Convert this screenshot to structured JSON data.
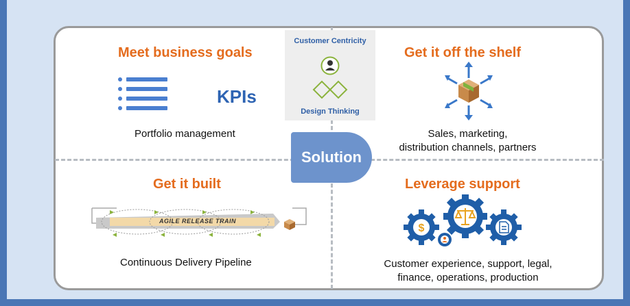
{
  "center": {
    "customer_centricity": "Customer Centricity",
    "design_thinking": "Design Thinking",
    "solution_label": "Solution"
  },
  "quadrants": {
    "top_left": {
      "title": "Meet business goals",
      "kpis_label": "KPIs",
      "caption": "Portfolio management"
    },
    "top_right": {
      "title": "Get it off the shelf",
      "caption_line1": "Sales, marketing,",
      "caption_line2": "distribution channels, partners"
    },
    "bottom_left": {
      "title": "Get it built",
      "train_label": "AGILE RELEASE TRAIN",
      "caption": "Continuous Delivery Pipeline"
    },
    "bottom_right": {
      "title": "Leverage support",
      "caption_line1": "Customer experience, support, legal,",
      "caption_line2": "finance, operations, production"
    }
  },
  "colors": {
    "heading": "#e46c1e",
    "accent_blue": "#2e64b3",
    "solution_fill": "#6d93cc",
    "gear_blue": "#1f5ea8",
    "box_brown": "#c88a4a"
  },
  "icons": [
    "list-icon",
    "person-icon",
    "diamonds-icon",
    "box-arrows-icon",
    "agile-release-train-icon",
    "gears-icon",
    "dollar-icon",
    "scales-icon",
    "document-icon"
  ]
}
